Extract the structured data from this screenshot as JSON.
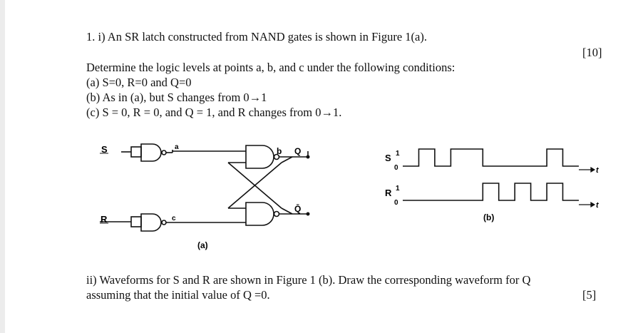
{
  "question": {
    "part_i_heading": "1. i) An SR latch constructed from NAND gates is shown in Figure 1(a).",
    "part_i_marks": "[10]",
    "instruction": "Determine the logic levels at points a, b, and c under the following conditions:",
    "conditions": [
      "(a) S=0, R=0 and Q=0",
      "(b) As in (a), but S changes from 0→1",
      "(c) S = 0, R = 0, and Q = 1, and R changes from 0→1."
    ],
    "part_ii_line1": "ii) Waveforms for S and R are shown in Figure 1 (b). Draw the corresponding waveform for Q",
    "part_ii_line2": "assuming that the initial value of Q =0.",
    "part_ii_marks": "[5]"
  },
  "figure_a": {
    "caption": "(a)",
    "input_s": "S",
    "input_r": "R",
    "node_a": "a",
    "node_b": "b",
    "node_c": "c",
    "output_q": "Q",
    "output_qbar": "Q̄"
  },
  "figure_b": {
    "caption": "(b)",
    "s_label": "S",
    "r_label": "R",
    "level_high": "1",
    "level_low": "0",
    "time_label": "t",
    "s_waveform": [
      0,
      1,
      0,
      1,
      1,
      0,
      0,
      0,
      0,
      1,
      0
    ],
    "r_waveform": [
      0,
      0,
      0,
      0,
      0,
      1,
      0,
      1,
      0,
      1,
      0
    ]
  }
}
